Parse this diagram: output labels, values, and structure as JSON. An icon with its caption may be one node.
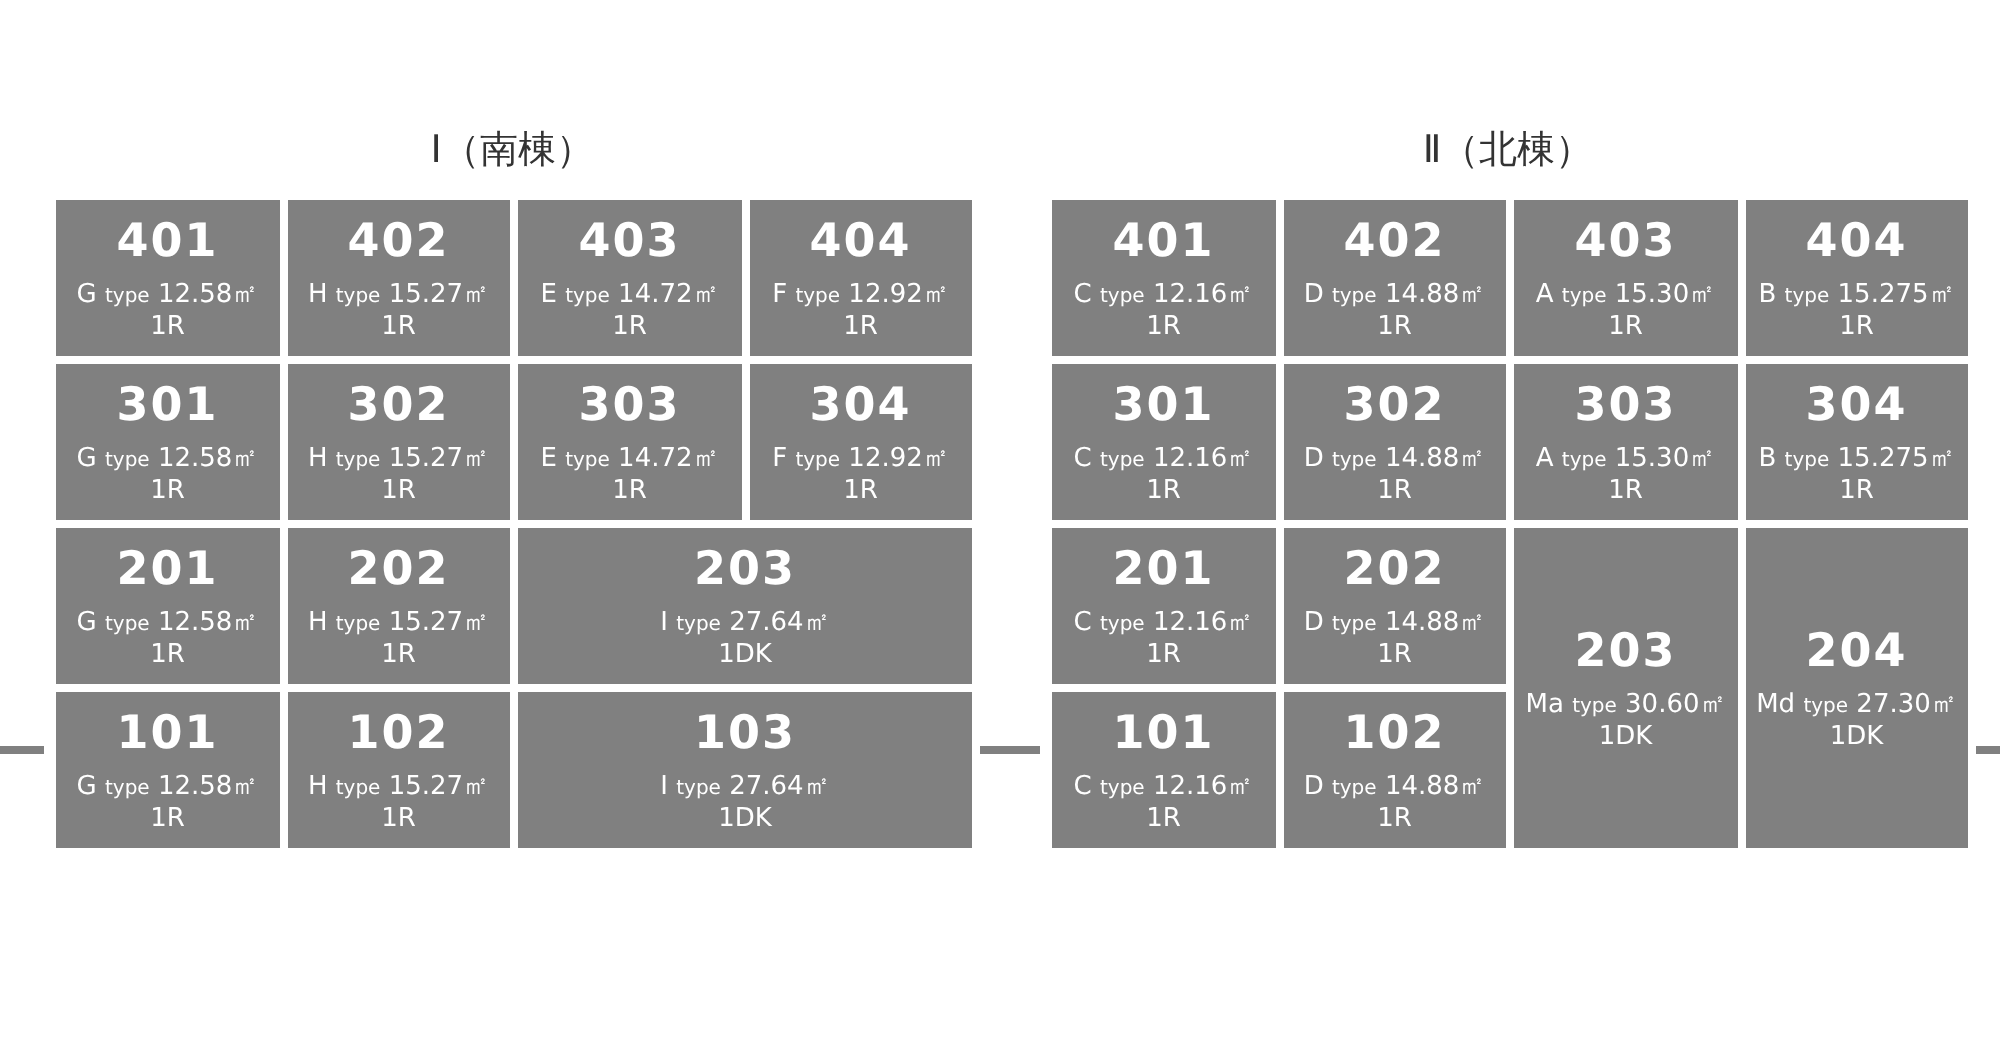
{
  "diagram": {
    "nodes": [
      {
        "text": [
          "401",
          "G type 12.58㎡",
          "1R"
        ]
      },
      {
        "text": [
          "402",
          "H type 15.27㎡",
          "1R"
        ]
      },
      {
        "text": [
          "403",
          "E type 14.72㎡",
          "1R"
        ]
      },
      {
        "text": [
          "404",
          "F type 12.92㎡",
          "1R"
        ]
      },
      {
        "text": [
          "301",
          "G type 12.58㎡",
          "1R"
        ]
      },
      {
        "text": [
          "302",
          "H type 15.27㎡",
          "1R"
        ]
      },
      {
        "text": [
          "303",
          "E type 14.72㎡",
          "1R"
        ]
      },
      {
        "text": [
          "304",
          "F type 12.92㎡",
          "1R"
        ]
      },
      {
        "text": [
          "201",
          "G type 12.58㎡",
          "1R"
        ]
      },
      {
        "text": [
          "202",
          "H type 15.27㎡",
          "1R"
        ]
      },
      {
        "text": [
          "203",
          "I type 27.64㎡",
          "1DK"
        ]
      },
      {
        "text": [
          "101",
          "G type 12.58㎡",
          "1R"
        ]
      },
      {
        "text": [
          "102",
          "H type 15.27㎡",
          "1R"
        ]
      },
      {
        "text": [
          "103",
          "I type 27.64㎡",
          "1DK"
        ]
      },
      {
        "text": [
          "401",
          "C type 12.16㎡",
          "1R"
        ]
      },
      {
        "text": [
          "402",
          "D type 14.88㎡",
          "1R"
        ]
      },
      {
        "text": [
          "403",
          "A type 15.30㎡",
          "1R"
        ]
      },
      {
        "text": [
          "404",
          "B type 15.275㎡",
          "1R"
        ]
      },
      {
        "text": [
          "301",
          "C type 12.16㎡",
          "1R"
        ]
      },
      {
        "text": [
          "302",
          "D type 14.88㎡",
          "1R"
        ]
      },
      {
        "text": [
          "303",
          "A type 15.30㎡",
          "1R"
        ]
      },
      {
        "text": [
          "304",
          "B type 15.275㎡",
          "1R"
        ]
      },
      {
        "text": [
          "201",
          "C type 12.16㎡",
          "1R"
        ]
      },
      {
        "text": [
          "202",
          "D type 14.88㎡",
          "1R"
        ]
      },
      {
        "text": [
          "203",
          "Ma type 30.60㎡",
          "1DK"
        ]
      },
      {
        "text": [
          "204",
          "Md type 27.30㎡",
          "1DK"
        ]
      },
      {
        "text": [
          "101",
          "C type 12.16㎡",
          "1R"
        ]
      },
      {
        "text": [
          "102",
          "D type 14.88㎡",
          "1R"
        ]
      }
    ],
    "labels": [
      "Ⅰ（南棟）",
      "Ⅱ（北棟）"
    ]
  }
}
